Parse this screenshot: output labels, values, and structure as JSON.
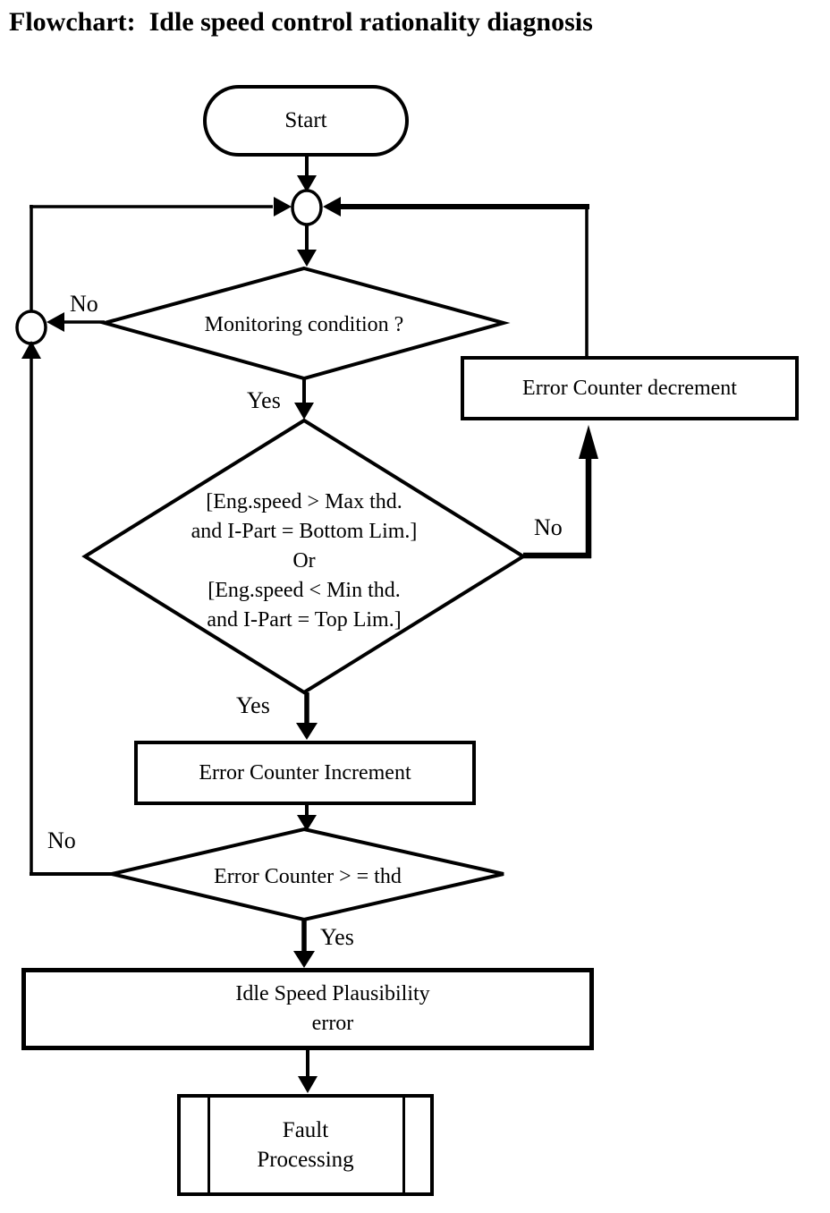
{
  "title": "Flowchart:  Idle speed control rationality diagnosis",
  "nodes": {
    "start": {
      "label": "Start"
    },
    "monitoring": {
      "label": "Monitoring condition ?"
    },
    "condition": {
      "lines": [
        "[Eng.speed > Max thd.",
        "and I-Part = Bottom Lim.]",
        "Or",
        "[Eng.speed < Min thd.",
        "and I-Part = Top Lim.]"
      ]
    },
    "decrement": {
      "label": "Error Counter decrement"
    },
    "increment": {
      "label": "Error Counter Increment"
    },
    "threshold": {
      "label": "Error Counter > = thd"
    },
    "plausibility": {
      "lines": [
        "Idle Speed Plausibility",
        "error"
      ]
    },
    "fault": {
      "lines": [
        "Fault",
        "Processing"
      ]
    }
  },
  "edge_labels": {
    "monitoring_no": "No",
    "monitoring_yes": "Yes",
    "condition_no": "No",
    "condition_yes": "Yes",
    "threshold_no": "No",
    "threshold_yes": "Yes"
  },
  "colors": {
    "ink": "#000000",
    "bg": "#ffffff"
  }
}
